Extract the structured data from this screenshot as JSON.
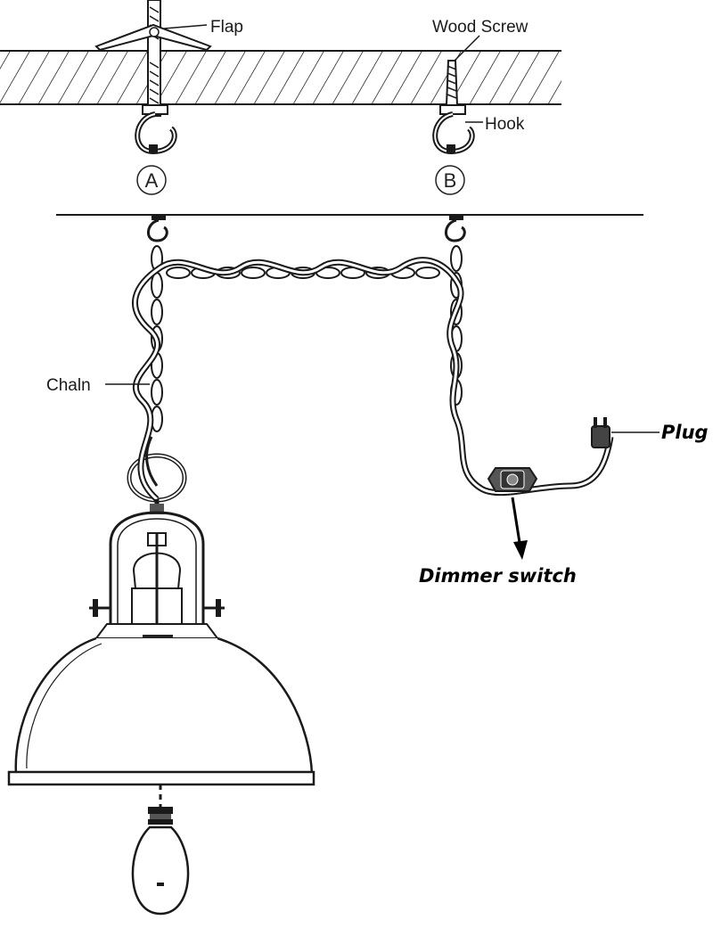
{
  "labels": {
    "flap": "Flap",
    "wood_screw": "Wood Screw",
    "hook": "Hook",
    "option_a": "A",
    "option_b": "B",
    "chain": "Chaln",
    "plug": "Plug",
    "dimmer_switch": "Dimmer switch"
  },
  "colors": {
    "line": "#1a1a1a",
    "hatch": "#3a3a3a",
    "switch_body": "#555555"
  }
}
